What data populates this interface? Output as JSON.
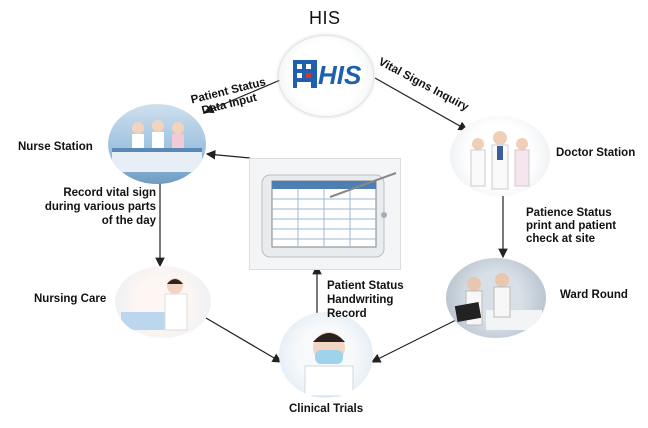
{
  "title": "HIS",
  "center_logo": {
    "text": "HIS"
  },
  "nodes": {
    "nurse_station": "Nurse Station",
    "doctor_station": "Doctor Station",
    "nursing_care": "Nursing Care",
    "ward_round": "Ward Round",
    "clinical_trials": "Clinical Trials"
  },
  "edges": {
    "patient_status_input": [
      "Patient Status",
      "Data Input"
    ],
    "vital_signs_inquiry": "Vital Signs Inquiry",
    "record_vital": [
      "Record vital sign",
      "during various parts",
      "of the day"
    ],
    "patience_status": [
      "Patience Status",
      "print and patient",
      "check at site"
    ],
    "handwriting": [
      "Patient Status",
      "Handwriting",
      "Record"
    ]
  },
  "colors": {
    "arrow": "#222222",
    "logo_blue": "#1f5fb0",
    "logo_red": "#d8342c"
  }
}
